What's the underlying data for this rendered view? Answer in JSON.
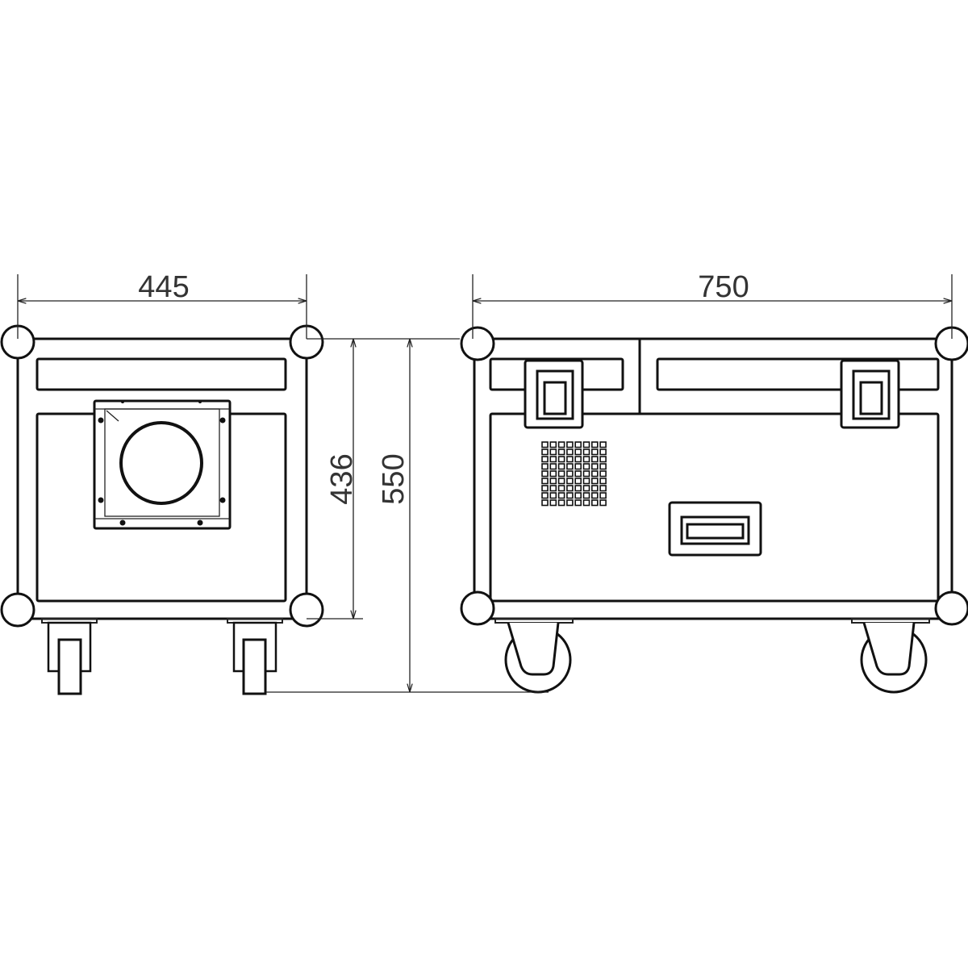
{
  "dimensions": {
    "side_width": "445",
    "front_width": "750",
    "body_height": "436",
    "total_height": "550"
  },
  "colors": {
    "line": "#111111",
    "background": "#ffffff"
  }
}
